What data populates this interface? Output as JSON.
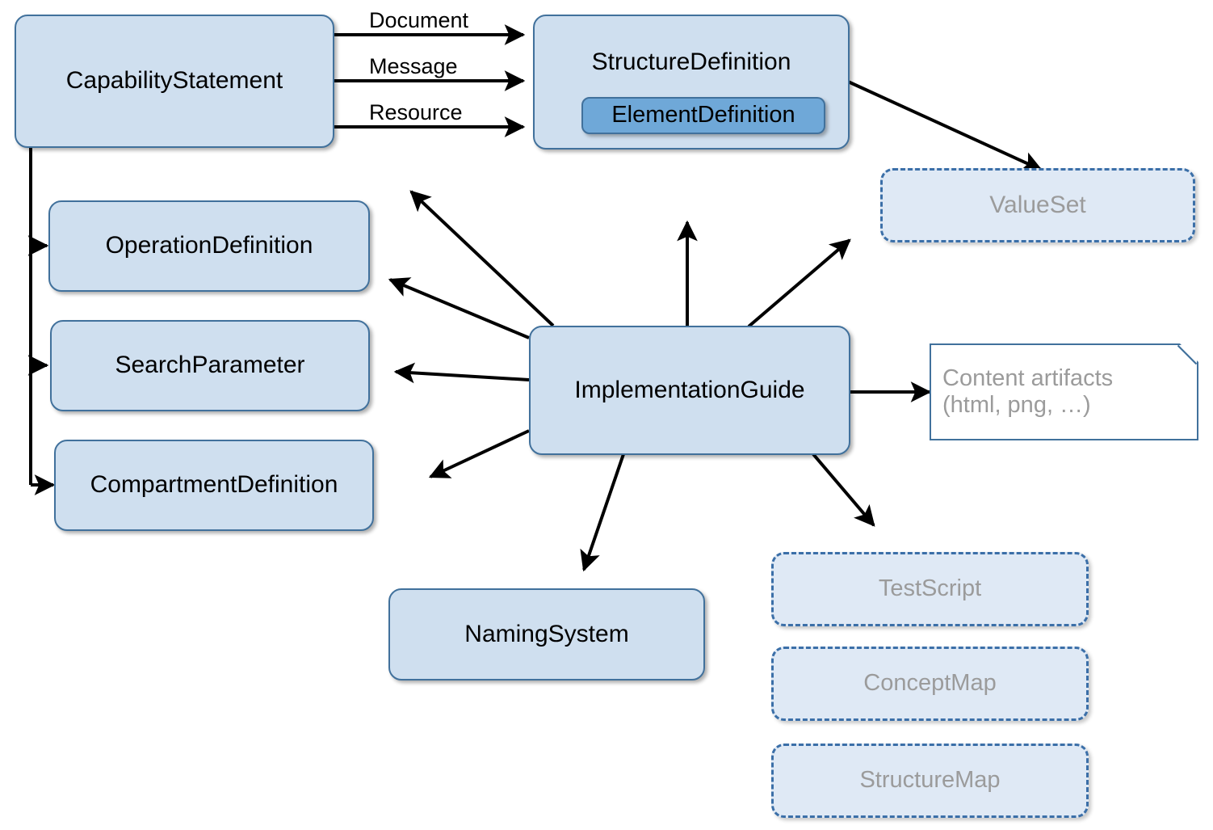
{
  "diagram": {
    "title": "FHIR Conformance and Implementation Guide resource relationships",
    "colors": {
      "node_fill": "#cfdfef",
      "node_border": "#41719c",
      "inner_fill": "#6fa8d8",
      "dashed_fill": "#dfe9f5",
      "dashed_border": "#3b6fa8",
      "muted_text": "#9b9b9b",
      "edge_color": "#000000",
      "background": "#ffffff"
    },
    "nodes": {
      "capability_statement": {
        "label": "CapabilityStatement",
        "style": "solid"
      },
      "structure_definition": {
        "label": "StructureDefinition",
        "style": "solid"
      },
      "element_definition": {
        "label": "ElementDefinition",
        "style": "inner"
      },
      "value_set": {
        "label": "ValueSet",
        "style": "dashed"
      },
      "operation_definition": {
        "label": "OperationDefinition",
        "style": "solid"
      },
      "search_parameter": {
        "label": "SearchParameter",
        "style": "solid"
      },
      "compartment_definition": {
        "label": "CompartmentDefinition",
        "style": "solid"
      },
      "implementation_guide": {
        "label": "ImplementationGuide",
        "style": "solid"
      },
      "content_artifacts": {
        "label": "Content artifacts\n(html, png, …)",
        "line1": "Content artifacts",
        "line2": "(html, png, …)",
        "style": "note"
      },
      "naming_system": {
        "label": "NamingSystem",
        "style": "solid"
      },
      "test_script": {
        "label": "TestScript",
        "style": "dashed"
      },
      "concept_map": {
        "label": "ConceptMap",
        "style": "dashed"
      },
      "structure_map": {
        "label": "StructureMap",
        "style": "dashed"
      }
    },
    "edge_labels": {
      "document": "Document",
      "message": "Message",
      "resource": "Resource"
    },
    "edges": [
      {
        "from": "capability_statement",
        "to": "structure_definition",
        "label": "Document"
      },
      {
        "from": "capability_statement",
        "to": "structure_definition",
        "label": "Message"
      },
      {
        "from": "capability_statement",
        "to": "structure_definition",
        "label": "Resource"
      },
      {
        "from": "capability_statement",
        "to": "operation_definition",
        "label": ""
      },
      {
        "from": "capability_statement",
        "to": "search_parameter",
        "label": ""
      },
      {
        "from": "capability_statement",
        "to": "compartment_definition",
        "label": ""
      },
      {
        "from": "structure_definition",
        "to": "value_set",
        "label": ""
      },
      {
        "from": "implementation_guide",
        "to": "structure_definition",
        "label": ""
      },
      {
        "from": "implementation_guide",
        "to": "capability_statement",
        "label": ""
      },
      {
        "from": "implementation_guide",
        "to": "operation_definition",
        "label": ""
      },
      {
        "from": "implementation_guide",
        "to": "search_parameter",
        "label": ""
      },
      {
        "from": "implementation_guide",
        "to": "compartment_definition",
        "label": ""
      },
      {
        "from": "implementation_guide",
        "to": "value_set",
        "label": ""
      },
      {
        "from": "implementation_guide",
        "to": "content_artifacts",
        "label": ""
      },
      {
        "from": "implementation_guide",
        "to": "naming_system",
        "label": ""
      },
      {
        "from": "implementation_guide",
        "to": "test_script",
        "label": ""
      }
    ]
  }
}
